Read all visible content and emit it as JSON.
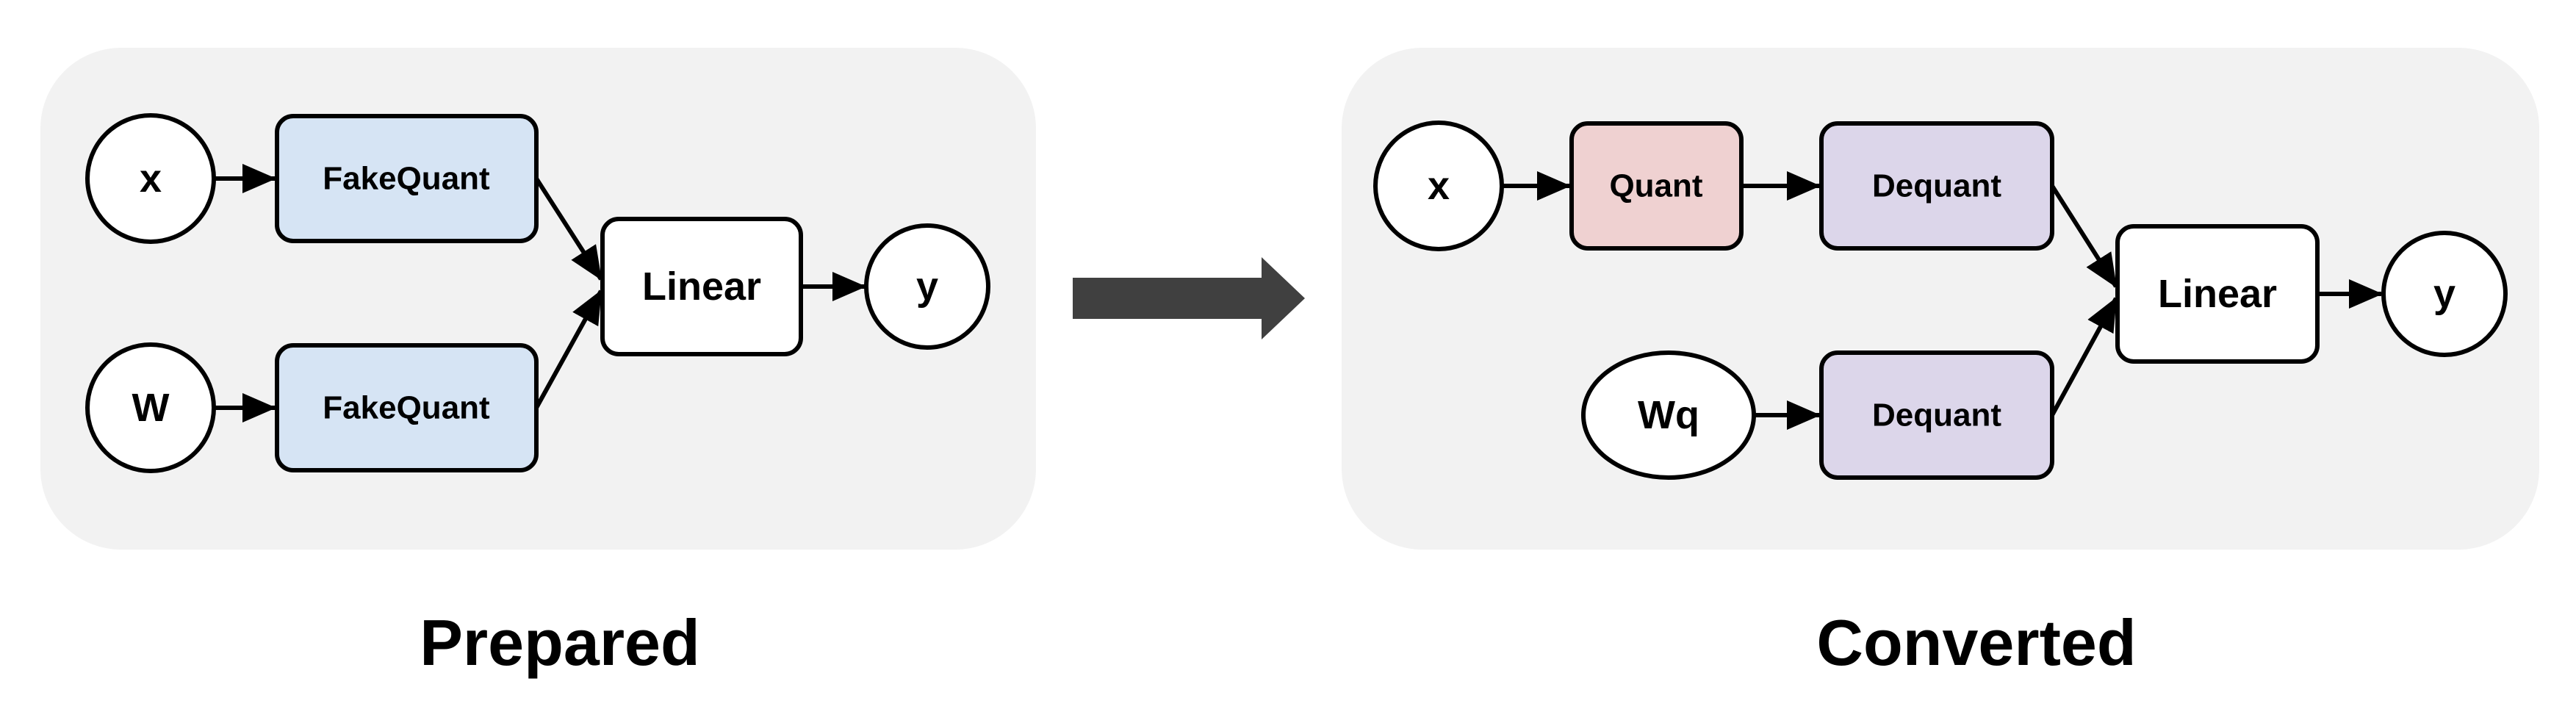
{
  "colors": {
    "panel_bg": "#f2f2f2",
    "fakequant_fill": "#d6e4f4",
    "quant_fill": "#efd1d1",
    "dequant_fill": "#dcd6ea",
    "plain_fill": "#ffffff",
    "big_arrow": "#404040"
  },
  "prepared": {
    "caption": "Prepared",
    "x_label": "x",
    "w_label": "W",
    "fakequant_top_label": "FakeQuant",
    "fakequant_bottom_label": "FakeQuant",
    "linear_label": "Linear",
    "y_label": "y"
  },
  "converted": {
    "caption": "Converted",
    "x_label": "x",
    "quant_label": "Quant",
    "dequant_top_label": "Dequant",
    "wq_label": "Wq",
    "dequant_bottom_label": "Dequant",
    "linear_label": "Linear",
    "y_label": "y"
  }
}
